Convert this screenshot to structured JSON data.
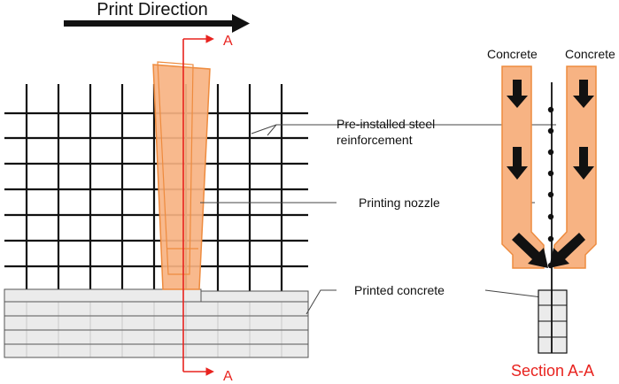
{
  "labels": {
    "print_direction": "Print Direction",
    "section_marker_top": "A",
    "section_marker_bottom": "A",
    "concrete_left": "Concrete",
    "concrete_right": "Concrete",
    "steel_line1": "Pre-installed steel",
    "steel_line2": "reinforcement",
    "nozzle": "Printing nozzle",
    "printed_concrete": "Printed concrete",
    "section_title": "Section A-A"
  },
  "colors": {
    "nozzle_fill": "#f7b383",
    "nozzle_stroke": "#ee8b3e",
    "section_line": "#e8231f",
    "grid": "#111111",
    "printed_layers_fill": "#ebebeb",
    "printed_layers_stroke": "#555555",
    "arrow": "#111111"
  }
}
